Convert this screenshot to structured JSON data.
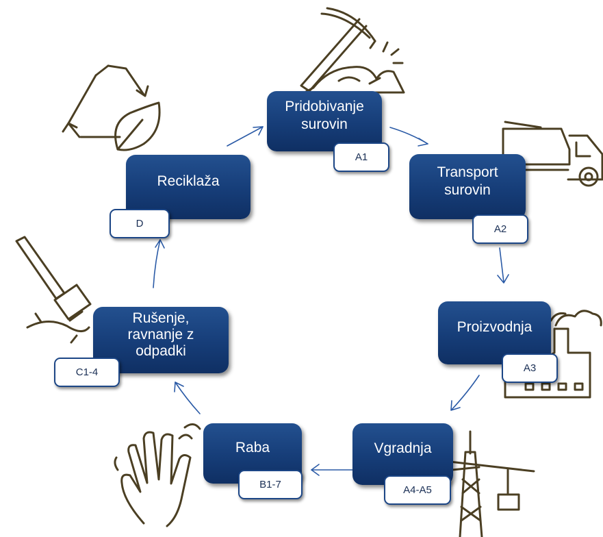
{
  "stages": [
    {
      "id": "pridobivanje",
      "label": "Pridobivanje\nsurovin",
      "code": "A1",
      "icon": "pickaxe-icon"
    },
    {
      "id": "transport",
      "label": "Transport\nsurovin",
      "code": "A2",
      "icon": "truck-icon"
    },
    {
      "id": "proizvodnja",
      "label": "Proizvodnja",
      "code": "A3",
      "icon": "factory-icon"
    },
    {
      "id": "vgradnja",
      "label": "Vgradnja",
      "code": "A4-A5",
      "icon": "crane-icon"
    },
    {
      "id": "raba",
      "label": "Raba",
      "code": "B1-7",
      "icon": "hand-icon"
    },
    {
      "id": "rusenje",
      "label": "Rušenje,\nravnanje z\nodpadki",
      "code": "C1-4",
      "icon": "hammer-icon"
    },
    {
      "id": "reciklaza",
      "label": "Reciklaža",
      "code": "D",
      "icon": "recycle-leaf-icon"
    }
  ],
  "colors": {
    "box": "#1a4482",
    "code_text": "#1a2f55",
    "arrow": "#2a5aa6",
    "icon": "#4b3f23"
  }
}
